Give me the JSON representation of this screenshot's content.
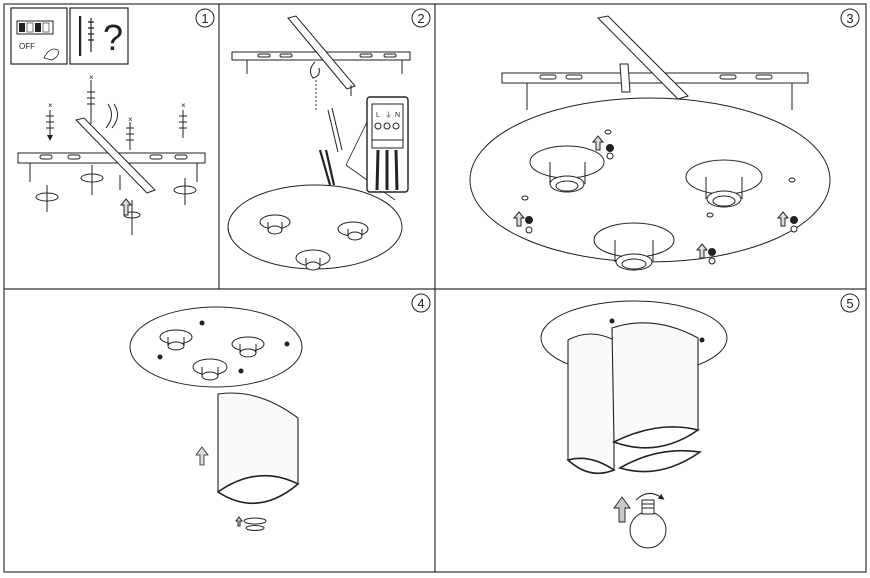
{
  "steps": [
    {
      "number": "1",
      "label_off": "OFF",
      "question": "?"
    },
    {
      "number": "2",
      "terminal_l": "L",
      "terminal_n": "N",
      "terminal_earth": "⏚"
    },
    {
      "number": "3"
    },
    {
      "number": "4"
    },
    {
      "number": "5"
    }
  ],
  "colors": {
    "line": "#222222",
    "panel_border": "#333333",
    "shade_fill": "#f2f2f2",
    "arrow_fill": "#c8c8c8"
  }
}
